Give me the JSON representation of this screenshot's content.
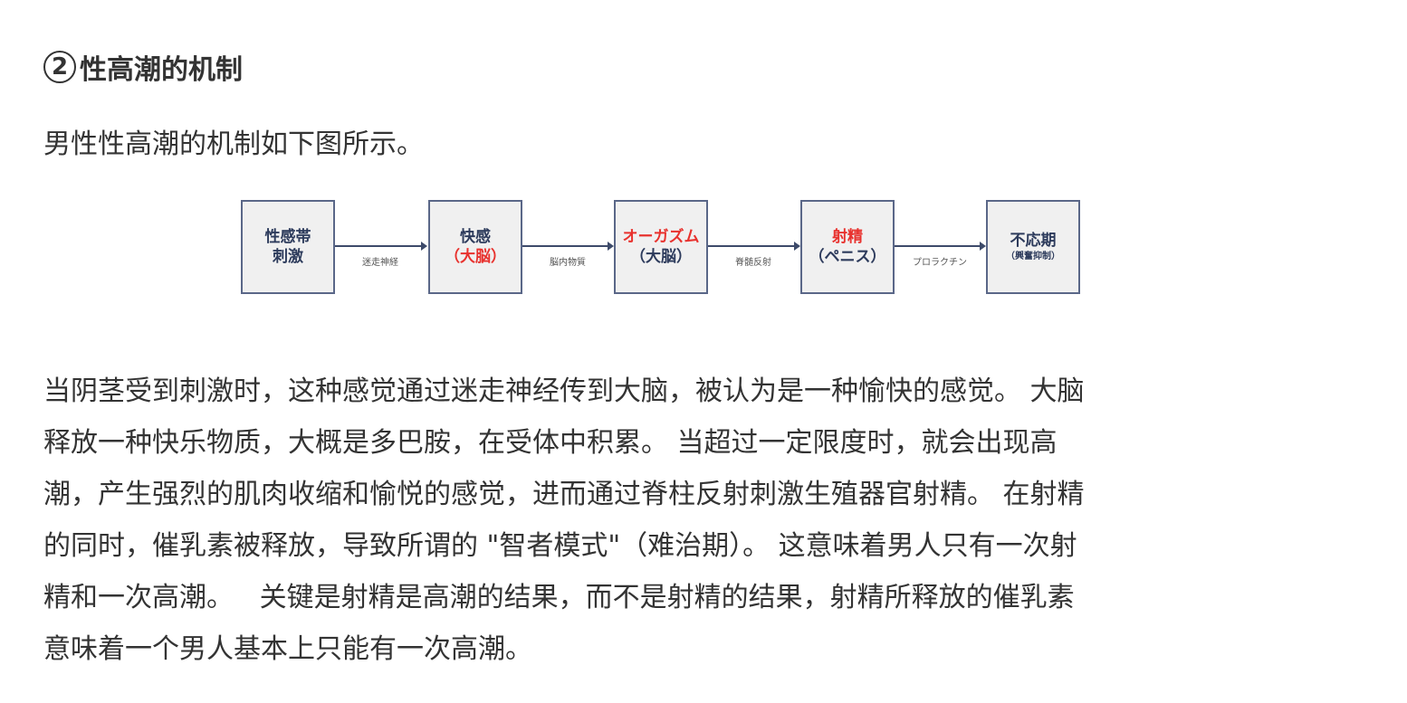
{
  "heading": {
    "number": "2",
    "title": "性高潮的机制"
  },
  "intro": "男性性高潮的机制如下图所示。",
  "diagram": {
    "boxes": [
      {
        "line1": "性感帯",
        "line2": "刺激"
      },
      {
        "line1": "快感",
        "line2": "（大脳）"
      },
      {
        "line1": "オーガズム",
        "line2": "（大脳）"
      },
      {
        "line1": "射精",
        "line2": "（ペニス）"
      },
      {
        "line1": "不応期",
        "line2": "（興奮抑制）"
      }
    ],
    "arrows": [
      "迷走神経",
      "脳内物質",
      "脊髄反射",
      "プロラクチン"
    ],
    "colors": {
      "border": "#5a6788",
      "text": "#2d3b5c",
      "highlight": "#e8322e",
      "fill": "#f0f0f0"
    }
  },
  "body_lines": [
    "当阴茎受到刺激时，这种感觉通过迷走神经传到大脑，被认为是一种愉快的感觉。 大脑",
    "释放一种快乐物质，大概是多巴胺，在受体中积累。 当超过一定限度时，就会出现高",
    "潮，产生强烈的肌肉收缩和愉悦的感觉，进而通过脊柱反射刺激生殖器官射精。 在射精",
    "的同时，催乳素被释放，导致所谓的 \"智者模式\"（难治期）。 这意味着男人只有一次射",
    "精和一次高潮。   关键是射精是高潮的结果，而不是射精的结果，射精所释放的催乳素",
    "意味着一个男人基本上只能有一次高潮。"
  ]
}
